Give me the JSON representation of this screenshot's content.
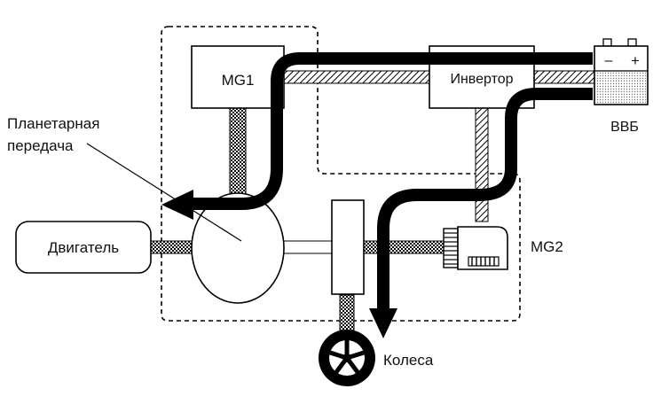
{
  "labels": {
    "mg1": "MG1",
    "inverter": "Инвертор",
    "battery": "ВВБ",
    "planetary_line1": "Планетарная",
    "planetary_line2": "передача",
    "engine": "Двигатель",
    "mg2": "MG2",
    "wheels": "Колеса",
    "battery_minus": "–",
    "battery_plus": "+"
  }
}
